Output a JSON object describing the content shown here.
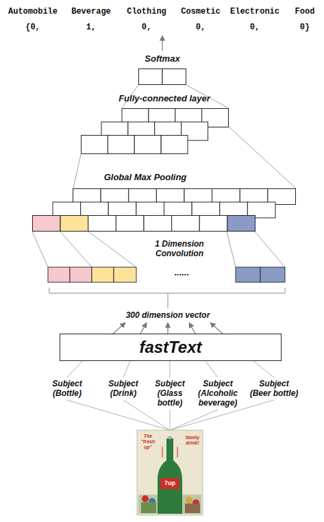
{
  "diagram": {
    "nodes": [
      {
        "text": [
          "Softmax"
        ]
      },
      {
        "text": [
          "Fully-connected layer"
        ]
      },
      {
        "text": [
          "Global Max Pooling"
        ]
      },
      {
        "text": [
          "fastText"
        ]
      }
    ],
    "edges": [
      {
        "from": 1,
        "to": 0,
        "arrow": "none"
      },
      {
        "from": 2,
        "to": 1,
        "arrow": "none"
      }
    ],
    "labels": [
      "Automobile",
      "Beverage",
      "Clothing",
      "Cosmetic",
      "Electronic",
      "Food",
      "{0,",
      "1,",
      "0,",
      "0,",
      "0,",
      "0}",
      "1 Dimension Convolution",
      "......",
      "300 dimension vector",
      "Subject (Bottle)",
      "Subject (Drink)",
      "Subject (Glass bottle)",
      "Subject (Alcoholic beverage)",
      "Subject (Beer bottle)",
      "The \"fresh up\"",
      "family drink!",
      "7up"
    ]
  }
}
